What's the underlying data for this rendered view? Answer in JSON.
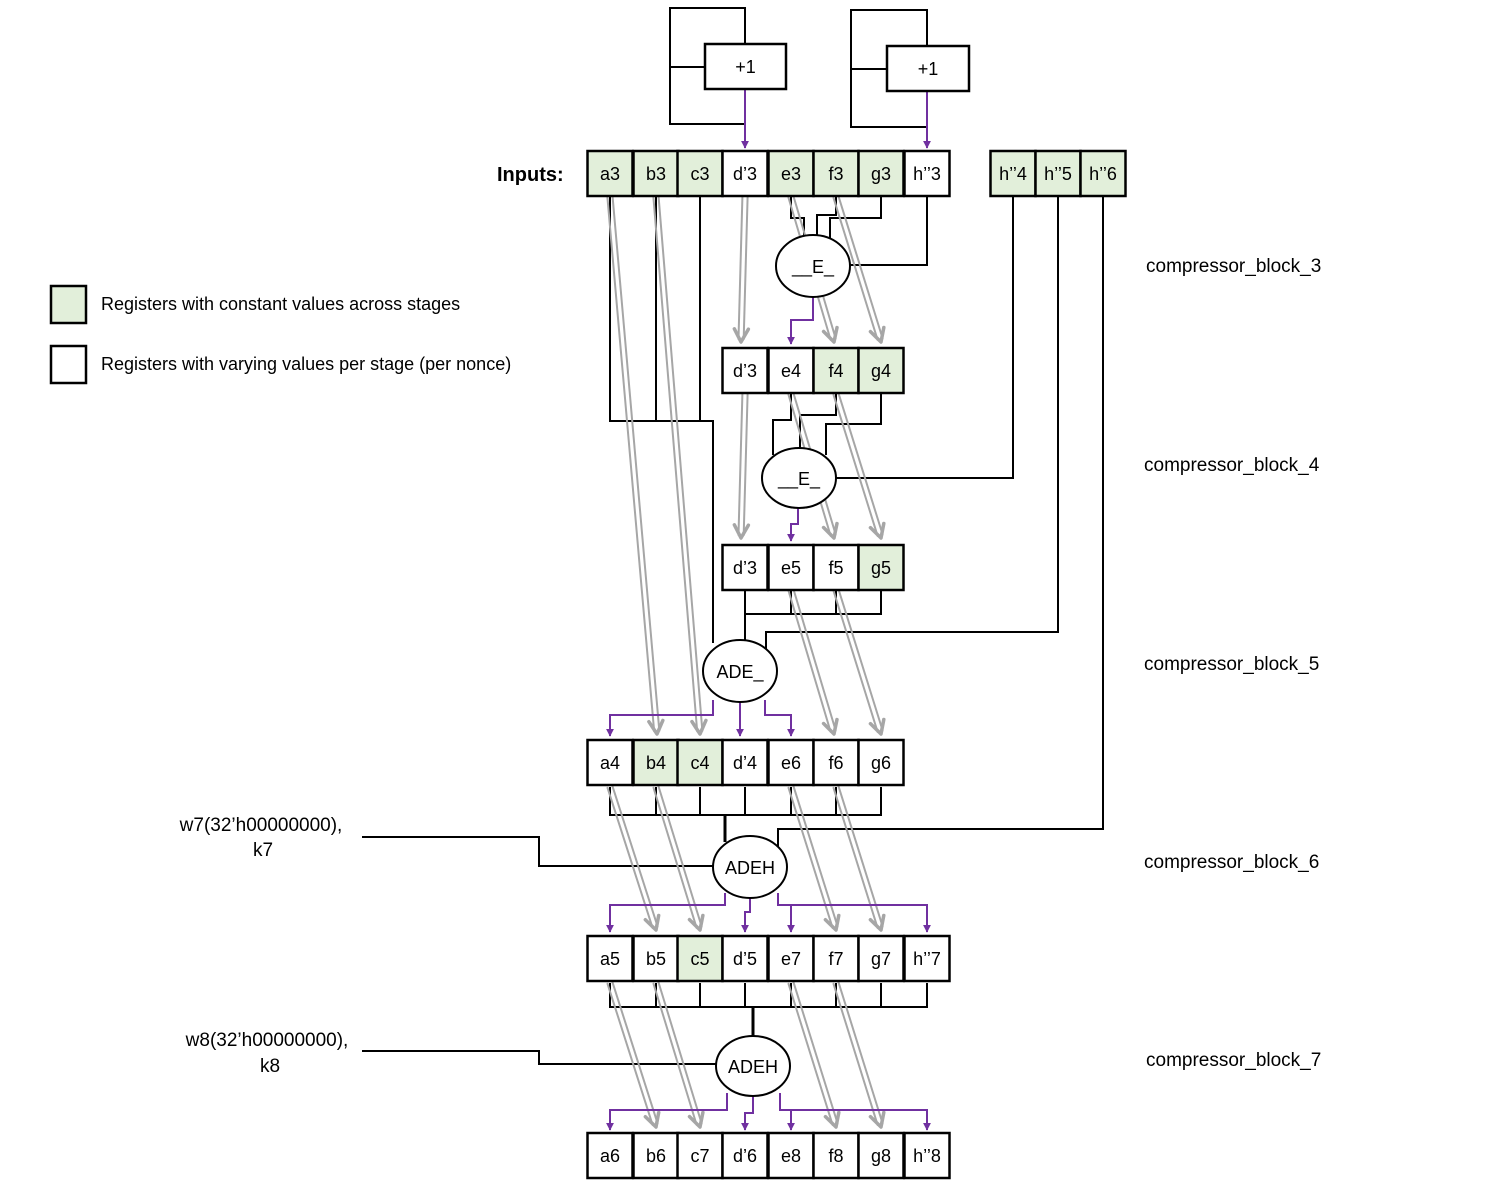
{
  "colors": {
    "constant_fill": "#e2efda",
    "varying_fill": "#ffffff",
    "register_border": "#000000",
    "data_arrow": "#a6a6a6",
    "result_arrow": "#7030a0",
    "wire": "#000000"
  },
  "inputs_label": "Inputs:",
  "legend": [
    {
      "kind": "constant",
      "label": "Registers with constant values across stages"
    },
    {
      "kind": "varying",
      "label": "Registers with varying values per stage (per nonce)"
    }
  ],
  "counters": [
    {
      "label": "+1"
    },
    {
      "label": "+1"
    }
  ],
  "register_rows": {
    "inputs": [
      {
        "label": "a3",
        "const": true
      },
      {
        "label": "b3",
        "const": true
      },
      {
        "label": "c3",
        "const": true
      },
      {
        "label": "d’3",
        "const": false
      },
      {
        "label": "e3",
        "const": true
      },
      {
        "label": "f3",
        "const": true
      },
      {
        "label": "g3",
        "const": true
      },
      {
        "label": "h’’3",
        "const": false
      }
    ],
    "h_inputs": [
      {
        "label": "h’’4",
        "const": true
      },
      {
        "label": "h’’5",
        "const": true
      },
      {
        "label": "h’’6",
        "const": true
      }
    ],
    "stage4": [
      {
        "label": "d’3",
        "const": false
      },
      {
        "label": "e4",
        "const": false
      },
      {
        "label": "f4",
        "const": true
      },
      {
        "label": "g4",
        "const": true
      }
    ],
    "stage5": [
      {
        "label": "d’3",
        "const": false
      },
      {
        "label": "e5",
        "const": false
      },
      {
        "label": "f5",
        "const": false
      },
      {
        "label": "g5",
        "const": true
      }
    ],
    "stage6": [
      {
        "label": "a4",
        "const": false
      },
      {
        "label": "b4",
        "const": true
      },
      {
        "label": "c4",
        "const": true
      },
      {
        "label": "d’4",
        "const": false
      },
      {
        "label": "e6",
        "const": false
      },
      {
        "label": "f6",
        "const": false
      },
      {
        "label": "g6",
        "const": false
      }
    ],
    "stage7": [
      {
        "label": "a5",
        "const": false
      },
      {
        "label": "b5",
        "const": false
      },
      {
        "label": "c5",
        "const": true
      },
      {
        "label": "d’5",
        "const": false
      },
      {
        "label": "e7",
        "const": false
      },
      {
        "label": "f7",
        "const": false
      },
      {
        "label": "g7",
        "const": false
      },
      {
        "label": "h’’7",
        "const": false
      }
    ],
    "stage8": [
      {
        "label": "a6",
        "const": false
      },
      {
        "label": "b6",
        "const": false
      },
      {
        "label": "c7",
        "const": false
      },
      {
        "label": "d’6",
        "const": false
      },
      {
        "label": "e8",
        "const": false
      },
      {
        "label": "f8",
        "const": false
      },
      {
        "label": "g8",
        "const": false
      },
      {
        "label": "h’’8",
        "const": false
      }
    ]
  },
  "operators": [
    {
      "label": "__E_"
    },
    {
      "label": "__E_"
    },
    {
      "label": "ADE_"
    },
    {
      "label": "ADEH"
    },
    {
      "label": "ADEH"
    }
  ],
  "block_labels": [
    "compressor_block_3",
    "compressor_block_4",
    "compressor_block_5",
    "compressor_block_6",
    "compressor_block_7"
  ],
  "constants": [
    {
      "line1": "w7(32’h00000000),",
      "line2": "k7"
    },
    {
      "line1": "w8(32’h00000000),",
      "line2": "k8"
    }
  ]
}
